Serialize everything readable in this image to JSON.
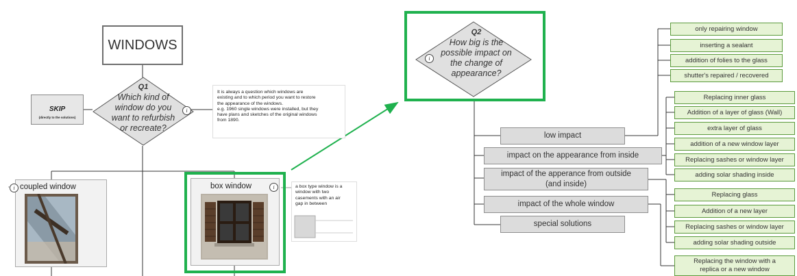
{
  "left": {
    "title": "WINDOWS",
    "q1": {
      "label": "Q1",
      "text_lines": [
        "Which kind of",
        "window do you",
        "want to refurbish",
        "or recreate?"
      ]
    },
    "skip": {
      "label": "SKIP",
      "sub": "(directly to the solutions)"
    },
    "note": {
      "lines": [
        "It is always a question which windows are",
        "existing and to which period you want to restore",
        "the appearance of the windows.",
        "e.g. 1960 single windows were installed, but they",
        "have plans and sketches of the original windows",
        "from 1890."
      ]
    },
    "coupled_window": {
      "label": "coupled window",
      "info": "i"
    },
    "box_window": {
      "label": "box window",
      "info": "i",
      "note_lines": [
        "a box type window is a",
        "window with two",
        "casements with an air",
        "gap in between"
      ]
    }
  },
  "right": {
    "q2": {
      "label": "Q2",
      "text_lines": [
        "How big is the",
        "possible impact on",
        "the change of",
        "appearance?"
      ],
      "info": "i"
    },
    "impacts": [
      {
        "label": "low impact"
      },
      {
        "label": "impact on the appearance from inside"
      },
      {
        "label": "impact of the apperance from outside (and inside)"
      },
      {
        "label": "impact of the whole window"
      },
      {
        "label": "special solutions"
      }
    ],
    "solutions": [
      {
        "label": "only repairing window"
      },
      {
        "label": "inserting a sealant"
      },
      {
        "label": "addition of folies to the glass"
      },
      {
        "label": "shutter's repaired / recovered"
      },
      {
        "label": "Replacing inner glass"
      },
      {
        "label": "Addition of a layer of glass (Wall)"
      },
      {
        "label": "extra layer of glass"
      },
      {
        "label": "addition of a new window layer"
      },
      {
        "label": "Replacing sashes or window layer"
      },
      {
        "label": "adding solar shading inside"
      },
      {
        "label": "Replacing glass"
      },
      {
        "label": "Addition of a new layer"
      },
      {
        "label": "Replacing sashes or window layer"
      },
      {
        "label": "adding solar shading outside"
      },
      {
        "label": "Replacing the window with a replica or a new window"
      }
    ]
  },
  "colors": {
    "highlight": "#1fb14e",
    "grey_box": "#dcdcdc",
    "green_box": "#e6f3d5",
    "green_border": "#5b9a3c"
  }
}
